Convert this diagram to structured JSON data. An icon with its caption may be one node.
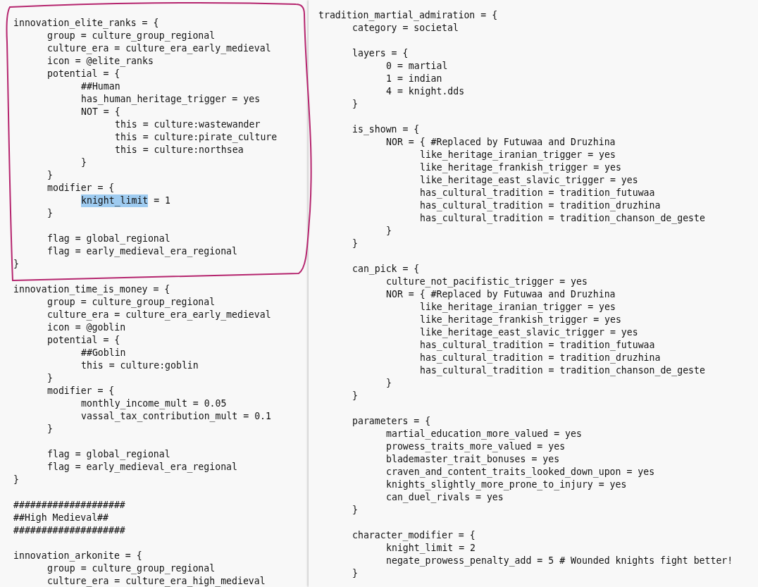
{
  "diagram": {
    "labels": [
      "innovation_elite_ranks = {",
      "group = culture_group_regional",
      "culture_era = culture_era_early_medieval",
      "icon = @elite_ranks",
      "potential = {",
      "##Human",
      "has_human_heritage_trigger = yes",
      "NOT = {",
      "this = culture:wastewander",
      "this = culture:pirate_culture",
      "this = culture:northsea",
      "}",
      "}",
      "modifier = {",
      "knight_limit = 1",
      "}",
      "flag = global_regional",
      "flag = early_medieval_era_regional",
      "}",
      "innovation_time_is_money = {",
      "group = culture_group_regional",
      "culture_era = culture_era_early_medieval",
      "icon = @goblin",
      "potential = {",
      "##Goblin",
      "this = culture:goblin",
      "}",
      "modifier = {",
      "monthly_income_mult = 0.05",
      "vassal_tax_contribution_mult = 0.1",
      "}",
      "flag = global_regional",
      "flag = early_medieval_era_regional",
      "}",
      "####################",
      "##High Medieval##",
      "####################",
      "innovation_arkonite = {",
      "group = culture_group_regional",
      "culture_era = culture_era_high_medieval",
      "tradition_martial_admiration = {",
      "category = societal",
      "layers = {",
      "0 = martial",
      "1 = indian",
      "4 = knight.dds",
      "}",
      "is_shown = {",
      "NOR = { #Replaced by Futuwaa and Druzhina",
      "like_heritage_iranian_trigger = yes",
      "like_heritage_frankish_trigger = yes",
      "like_heritage_east_slavic_trigger = yes",
      "has_cultural_tradition = tradition_futuwaa",
      "has_cultural_tradition = tradition_druzhina",
      "has_cultural_tradition = tradition_chanson_de_geste",
      "}",
      "}",
      "can_pick = {",
      "culture_not_pacifistic_trigger = yes",
      "NOR = { #Replaced by Futuwaa and Druzhina",
      "like_heritage_iranian_trigger = yes",
      "like_heritage_frankish_trigger = yes",
      "like_heritage_east_slavic_trigger = yes",
      "has_cultural_tradition = tradition_futuwaa",
      "has_cultural_tradition = tradition_druzhina",
      "has_cultural_tradition = tradition_chanson_de_geste",
      "}",
      "}",
      "parameters = {",
      "martial_education_more_valued = yes",
      "prowess_traits_more_valued = yes",
      "blademaster_trait_bonuses = yes",
      "craven_and_content_traits_looked_down_upon = yes",
      "knights_slightly_more_prone_to_injury = yes",
      "can_duel_rivals = yes",
      "}",
      "character_modifier = {",
      "knight_limit = 2",
      "negate_prowess_penalty_add = 5 # Wounded knights fight better!",
      "}"
    ]
  }
}
